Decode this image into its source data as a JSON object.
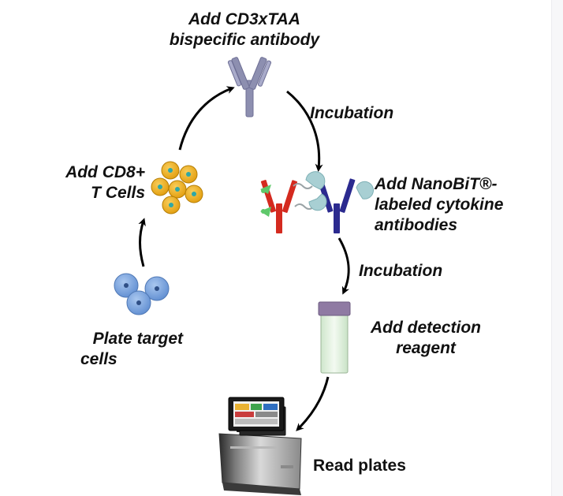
{
  "steps": {
    "add_antibody": [
      "Add CD3xTAA",
      "bispecific antibody"
    ],
    "incubation_1": "Incubation",
    "add_nanobit": [
      "Add NanoBiT®-",
      "labeled cytokine",
      "antibodies"
    ],
    "incubation_2": "Incubation",
    "add_detection": [
      "Add detection",
      "reagent"
    ],
    "read_plates": "Read plates",
    "plate_target": [
      "Plate target",
      "cells"
    ],
    "add_cd8": [
      "Add CD8+",
      "T Cells"
    ]
  },
  "colors": {
    "bispecific_antibody": "#8d8fb0",
    "red_antibody": "#d42a1f",
    "blue_antibody": "#2b2a8f",
    "nanobit_fragment": "#a8cfd3",
    "green_fragment": "#5fc86b",
    "t_cell": "#f2b21b",
    "target_cell": "#7ea7dd",
    "reagent_tube": "#e4f1e2",
    "reagent_cap": "#8f7aa3",
    "arrow": "#000000"
  },
  "icons": [
    "bispecific-antibody-icon",
    "nanobit-antibody-icon",
    "t-cell-cluster-icon",
    "target-cell-cluster-icon",
    "detection-reagent-tube-icon",
    "plate-reader-icon"
  ]
}
